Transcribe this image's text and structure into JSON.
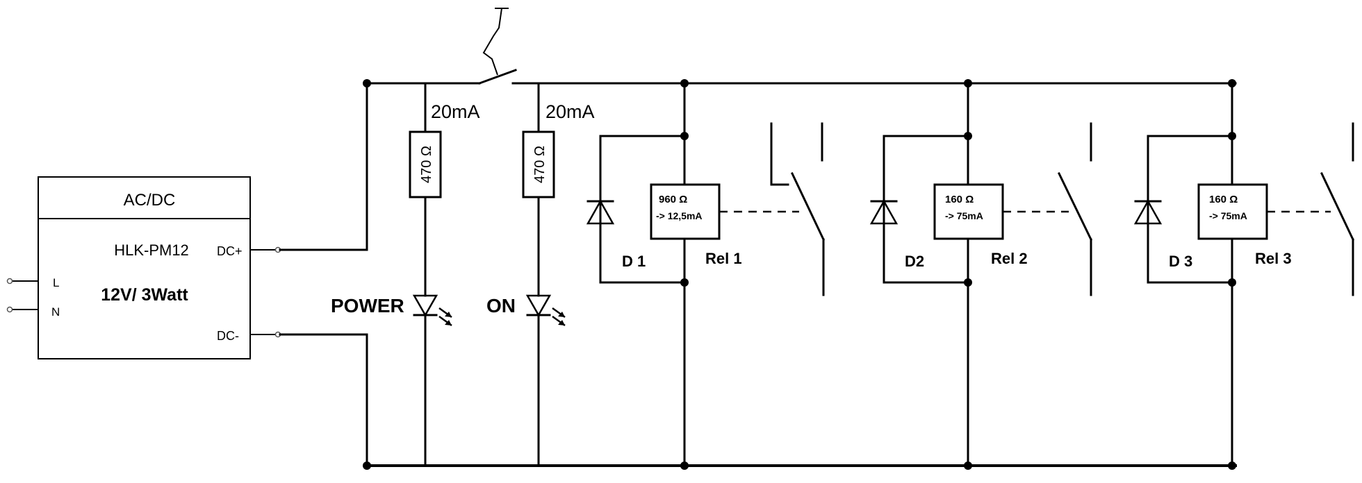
{
  "power_supply": {
    "header": "AC/DC",
    "model": "HLK-PM12",
    "rating": "12V/ 3Watt",
    "pin_l": "L",
    "pin_n": "N",
    "pin_dc_plus": "DC+",
    "pin_dc_minus": "DC-"
  },
  "led_branches": [
    {
      "current": "20mA",
      "resistor": "470 Ω",
      "label": "POWER"
    },
    {
      "current": "20mA",
      "resistor": "470 Ω",
      "label": "ON"
    }
  ],
  "relay_stages": [
    {
      "diode": "D 1",
      "relay": "Rel  1",
      "coil_resistance": "960 Ω",
      "coil_current": "-> 12,5mA"
    },
    {
      "diode": "D2",
      "relay": "Rel 2",
      "coil_resistance": "160 Ω",
      "coil_current": "-> 75mA"
    },
    {
      "diode": "D 3",
      "relay": "Rel 3",
      "coil_resistance": "160 Ω",
      "coil_current": "-> 75mA"
    }
  ]
}
